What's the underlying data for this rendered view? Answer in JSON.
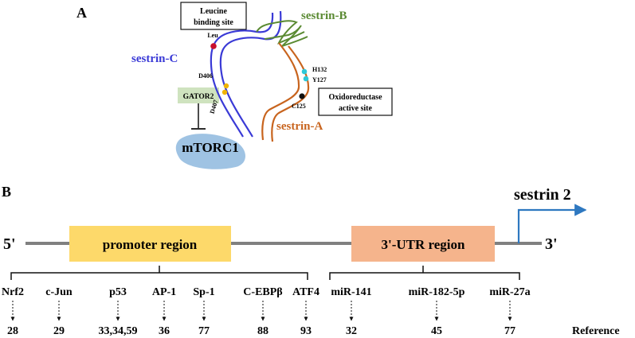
{
  "panel_a": {
    "label": "A",
    "leucine_box": {
      "line1": "Leucine",
      "line2": "binding site"
    },
    "oxido_box": {
      "line1": "Oxidoreductase",
      "line2": "active site"
    },
    "sestrin_b": "sestrin-B",
    "sestrin_c": "sestrin-C",
    "sestrin_a": "sestrin-A",
    "leu": "Leu",
    "d406": "D406",
    "d407": "D407",
    "gator2": "GATOR2",
    "mtorc1": "mTORC1",
    "h132": "H132",
    "y127": "Y127",
    "c125": "C125",
    "colors": {
      "sestrin_c": "#3a3ad6",
      "sestrin_b": "#5a8a32",
      "sestrin_a": "#c8641e",
      "gator2_fill": "#cfe3bf",
      "mtorc1_fill": "#9fc3e3",
      "leu_dot": "#c8102e",
      "d_dot": "#f0b400",
      "hy_dot": "#2ec8d8",
      "c_dot": "#111111"
    }
  },
  "panel_b": {
    "label": "B",
    "five_prime": "5'",
    "three_prime": "3'",
    "gene": "sestrin 2",
    "promoter": "promoter region",
    "utr": "3'-UTR region",
    "reference_label": "Reference",
    "factors": [
      {
        "name": "Nrf2",
        "ref": "28"
      },
      {
        "name": "c-Jun",
        "ref": "29"
      },
      {
        "name": "p53",
        "ref": "33,34,59"
      },
      {
        "name": "AP-1",
        "ref": "36"
      },
      {
        "name": "Sp-1",
        "ref": "77"
      },
      {
        "name": "C-EBPβ",
        "ref": "88"
      },
      {
        "name": "ATF4",
        "ref": "93"
      },
      {
        "name": "miR-141",
        "ref": "32"
      },
      {
        "name": "miR-182-5p",
        "ref": "45"
      },
      {
        "name": "miR-27a",
        "ref": "77"
      }
    ],
    "colors": {
      "promoter_fill": "#fdd96a",
      "utr_fill": "#f5b48c",
      "line": "#808080",
      "arrow": "#2e78c0"
    }
  }
}
